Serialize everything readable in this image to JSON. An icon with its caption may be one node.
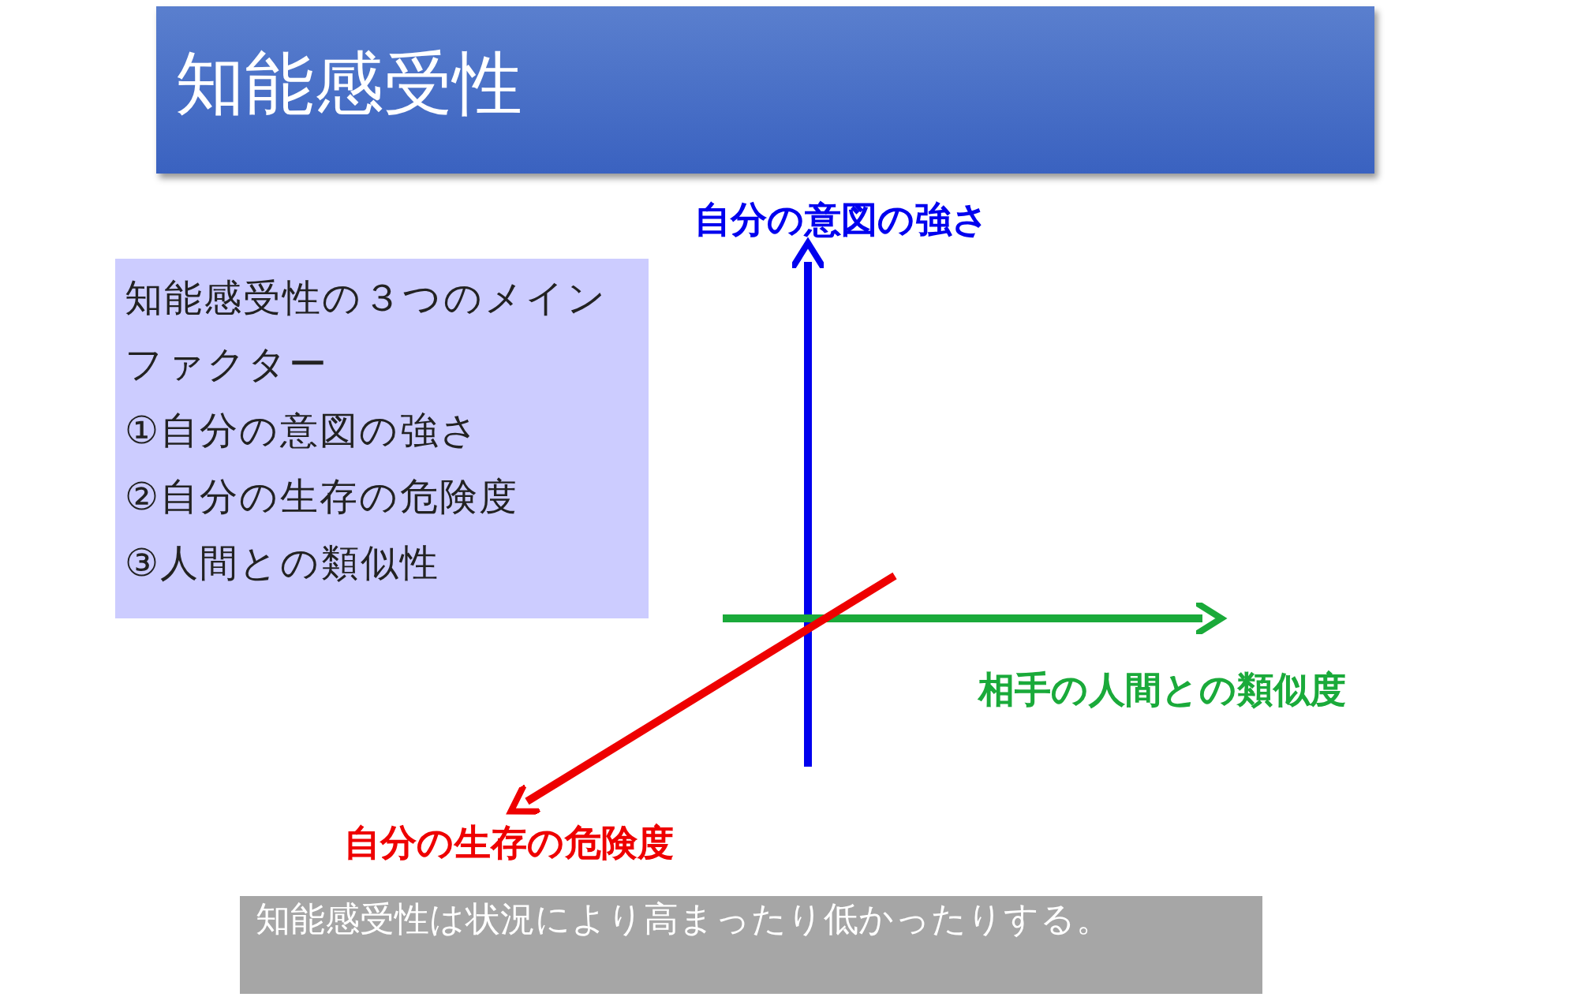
{
  "diagram": {
    "title": "知能感受性",
    "nodes": [
      {
        "text": [
          "知能感受性の３つのメインファクター",
          "①自分の意図の強さ",
          "②自分の生存の危険度",
          "③人間との類似性"
        ]
      },
      {
        "text": [
          "知能感受性は状況により高まったり低かったりする。"
        ]
      }
    ],
    "labels": [
      "自分の意図の強さ",
      "相手の人間との類似度",
      "自分の生存の危険度"
    ]
  }
}
